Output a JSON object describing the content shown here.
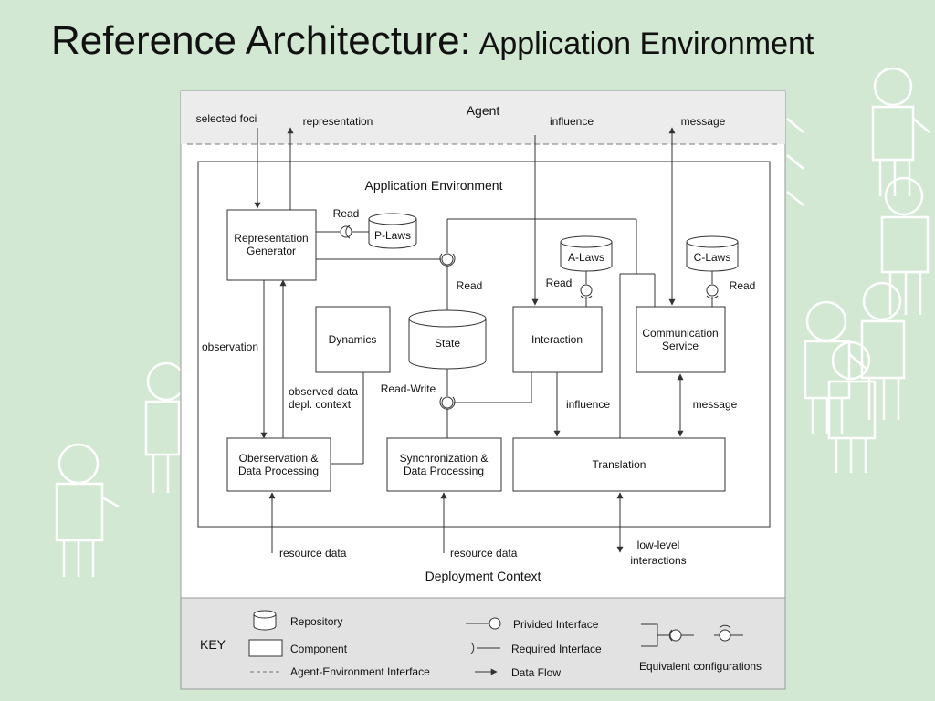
{
  "title": {
    "main": "Reference Architecture:",
    "sub": "Application Environment"
  },
  "diagram": {
    "agent_label": "Agent",
    "env_label": "Application Environment",
    "deployment_label": "Deployment Context",
    "top_flows": {
      "selected_foci": "selected foci",
      "representation": "representation",
      "influence": "influence",
      "message": "message"
    },
    "components": {
      "representation_generator": [
        "Representation",
        "Generator"
      ],
      "dynamics": "Dynamics",
      "interaction": "Interaction",
      "communication_service": [
        "Communication",
        "Service"
      ],
      "observation_processing": [
        "Oberservation &",
        "Data Processing"
      ],
      "sync_processing": [
        "Synchronization &",
        "Data Processing"
      ],
      "translation": "Translation"
    },
    "repositories": {
      "p_laws": "P-Laws",
      "a_laws": "A-Laws",
      "c_laws": "C-Laws",
      "state": "State"
    },
    "flow_labels": {
      "read_p": "Read",
      "read_state": "Read",
      "read_a": "Read",
      "read_c": "Read",
      "observation": "observation",
      "observed_data": [
        "observed data",
        "depl. context"
      ],
      "read_write": "Read-Write",
      "influence_inner": "influence",
      "message_inner": "message",
      "resource_data_1": "resource data",
      "resource_data_2": "resource data",
      "low_level": [
        "low-level",
        "interactions"
      ]
    }
  },
  "key": {
    "title": "KEY",
    "repository": "Repository",
    "component": "Component",
    "agent_env_interface": "Agent-Environment Interface",
    "provided_interface": "Privided Interface",
    "required_interface": "Required Interface",
    "data_flow": "Data Flow",
    "equivalent": "Equivalent configurations"
  },
  "colors": {
    "background": "#d3e8d3",
    "panel": "#ffffff",
    "agent_band": "#ececec",
    "key_band": "#e2e2e2",
    "line": "#333333",
    "decor_figures": "#ffffff"
  }
}
